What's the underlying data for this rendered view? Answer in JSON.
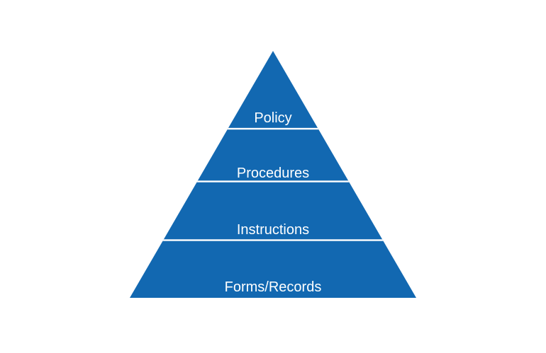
{
  "diagram": {
    "type": "pyramid",
    "levels": [
      {
        "label": "Policy"
      },
      {
        "label": "Procedures"
      },
      {
        "label": "Instructions"
      },
      {
        "label": "Forms/Records"
      }
    ],
    "colors": {
      "pyramid_fill": "#1268B1",
      "divider": "#FFFFFF",
      "label_text": "#FFFFFF",
      "background": "#FFFFFF"
    }
  }
}
